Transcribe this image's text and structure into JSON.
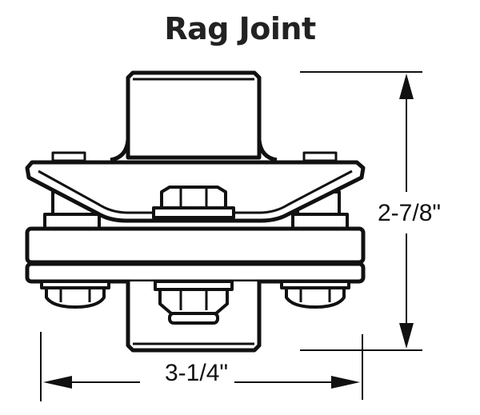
{
  "title": "Rag Joint",
  "dimensions": {
    "width_label": "3-1/4\"",
    "height_label": "2-7/8\""
  },
  "colors": {
    "line": "#111111",
    "background": "#ffffff",
    "title": "#222222"
  },
  "components": [
    "upper-yoke-shaft",
    "upper-flange",
    "flex-disc",
    "center-bolt-head",
    "side-bolt-nuts",
    "lower-nuts",
    "lower-yoke-shaft"
  ]
}
